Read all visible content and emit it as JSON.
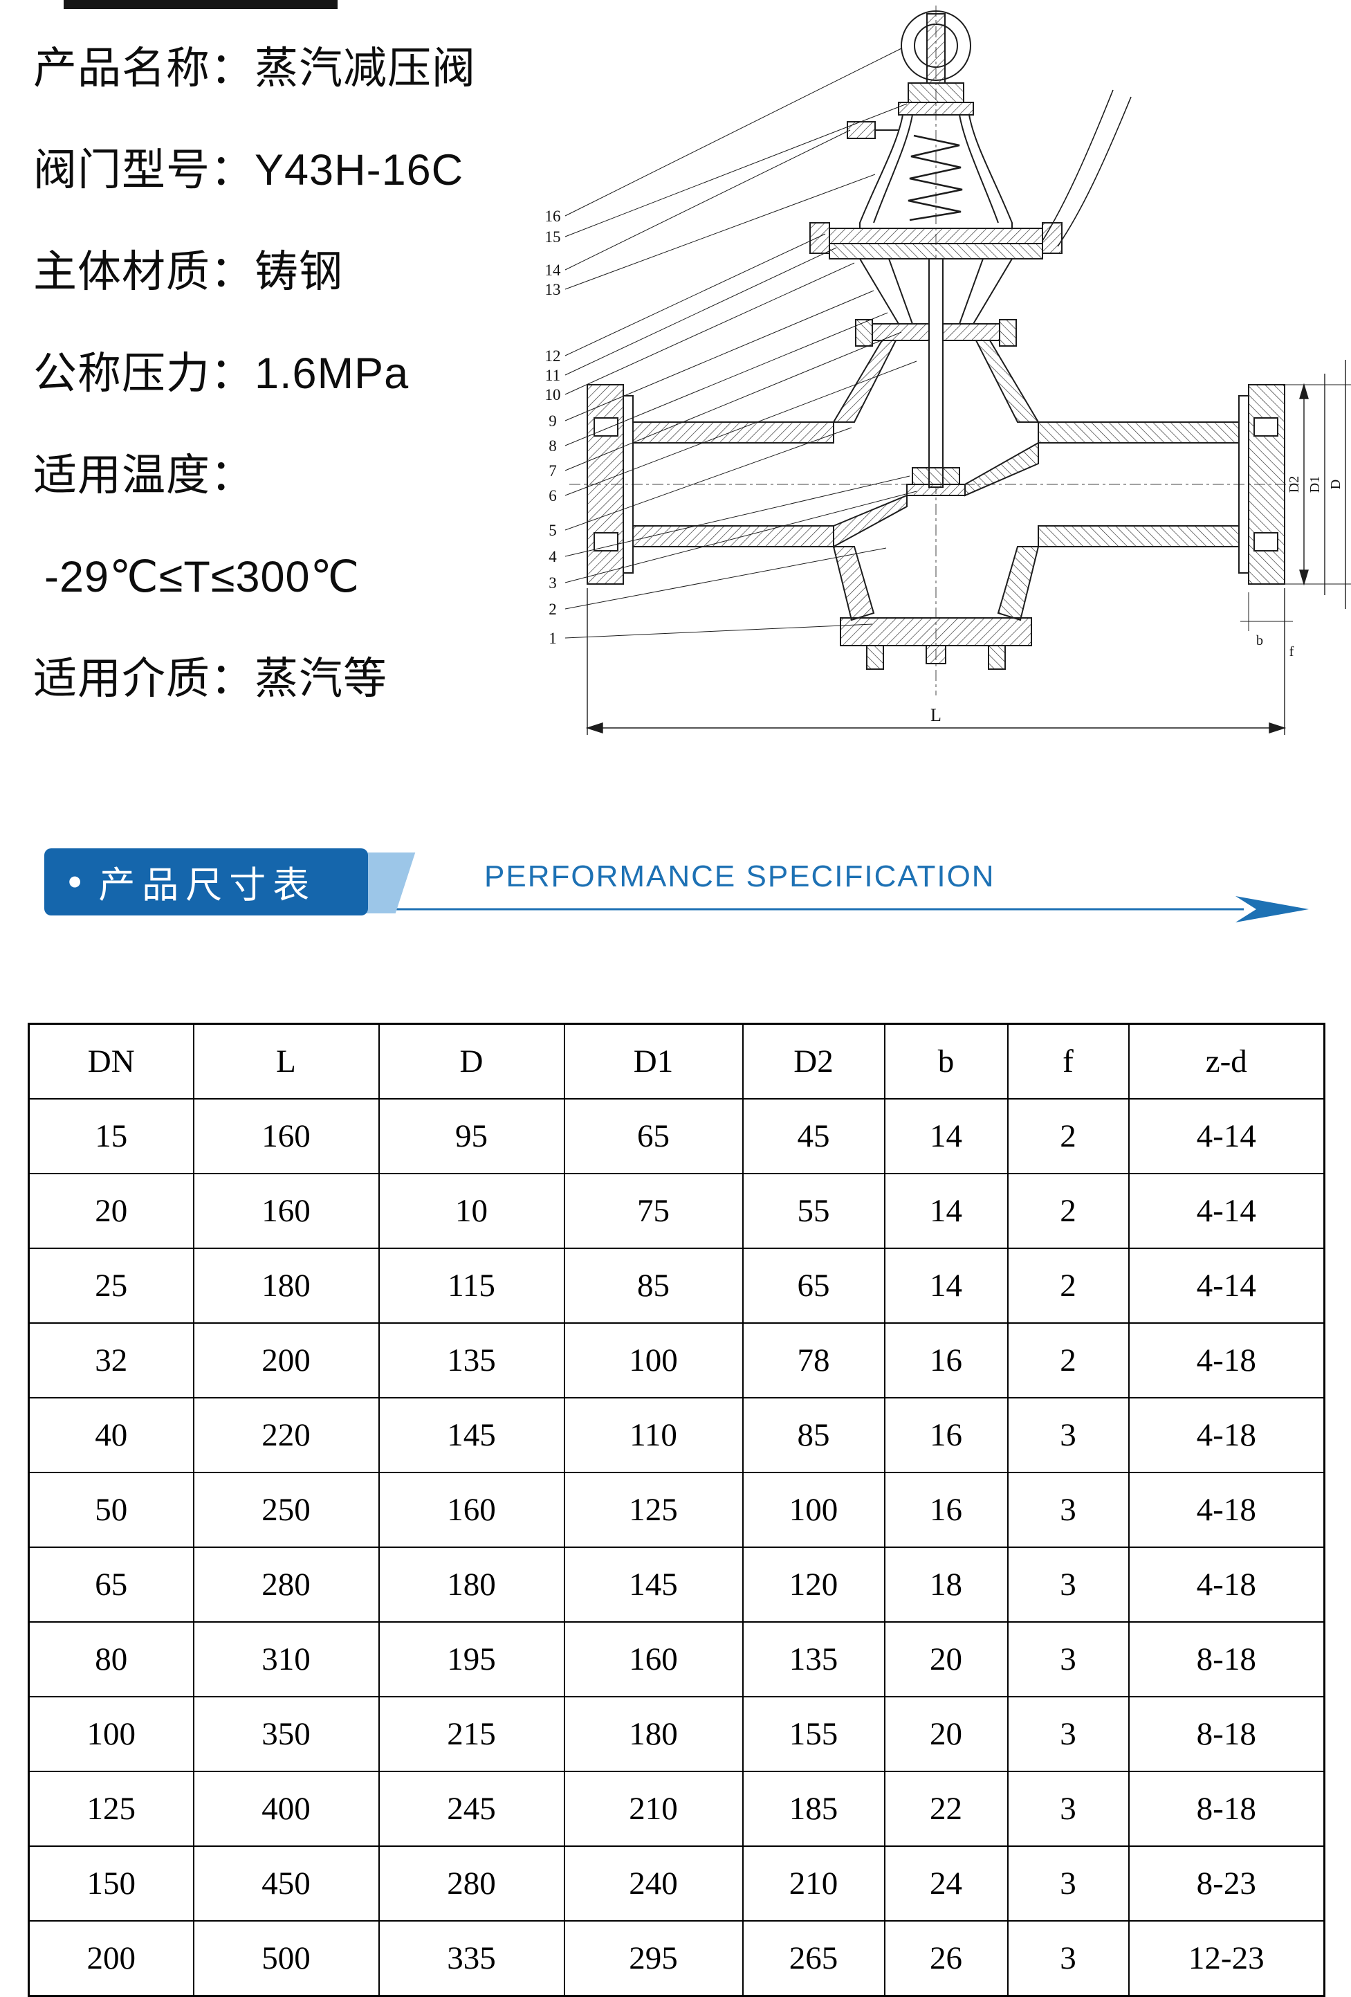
{
  "product_info": {
    "lines": [
      "产品名称：蒸汽减压阀",
      "阀门型号：Y43H-16C",
      "主体材质：铸钢",
      "公称压力：1.6MPa",
      "适用温度：",
      "-29℃≤T≤300℃",
      "适用介质：蒸汽等"
    ]
  },
  "diagram": {
    "part_numbers": [
      "16",
      "15",
      "14",
      "13",
      "12",
      "11",
      "10",
      "9",
      "8",
      "7",
      "6",
      "5",
      "4",
      "3",
      "2",
      "1"
    ],
    "dimension_labels": {
      "length": "L",
      "d": "D",
      "d1": "D1",
      "d2": "D2",
      "b": "b",
      "f": "f"
    }
  },
  "banner": {
    "bullet": "•",
    "title": "产品尺寸表",
    "subtitle": "PERFORMANCE SPECIFICATION",
    "colors": {
      "box": "#1566ac",
      "accent": "#9cc6e8",
      "line": "#1d71b4"
    }
  },
  "table": {
    "columns": [
      "DN",
      "L",
      "D",
      "D1",
      "D2",
      "b",
      "f",
      "z-d"
    ],
    "rows": [
      [
        "15",
        "160",
        "95",
        "65",
        "45",
        "14",
        "2",
        "4-14"
      ],
      [
        "20",
        "160",
        "10",
        "75",
        "55",
        "14",
        "2",
        "4-14"
      ],
      [
        "25",
        "180",
        "115",
        "85",
        "65",
        "14",
        "2",
        "4-14"
      ],
      [
        "32",
        "200",
        "135",
        "100",
        "78",
        "16",
        "2",
        "4-18"
      ],
      [
        "40",
        "220",
        "145",
        "110",
        "85",
        "16",
        "3",
        "4-18"
      ],
      [
        "50",
        "250",
        "160",
        "125",
        "100",
        "16",
        "3",
        "4-18"
      ],
      [
        "65",
        "280",
        "180",
        "145",
        "120",
        "18",
        "3",
        "4-18"
      ],
      [
        "80",
        "310",
        "195",
        "160",
        "135",
        "20",
        "3",
        "8-18"
      ],
      [
        "100",
        "350",
        "215",
        "180",
        "155",
        "20",
        "3",
        "8-18"
      ],
      [
        "125",
        "400",
        "245",
        "210",
        "185",
        "22",
        "3",
        "8-18"
      ],
      [
        "150",
        "450",
        "280",
        "240",
        "210",
        "24",
        "3",
        "8-23"
      ],
      [
        "200",
        "500",
        "335",
        "295",
        "265",
        "26",
        "3",
        "12-23"
      ]
    ]
  }
}
